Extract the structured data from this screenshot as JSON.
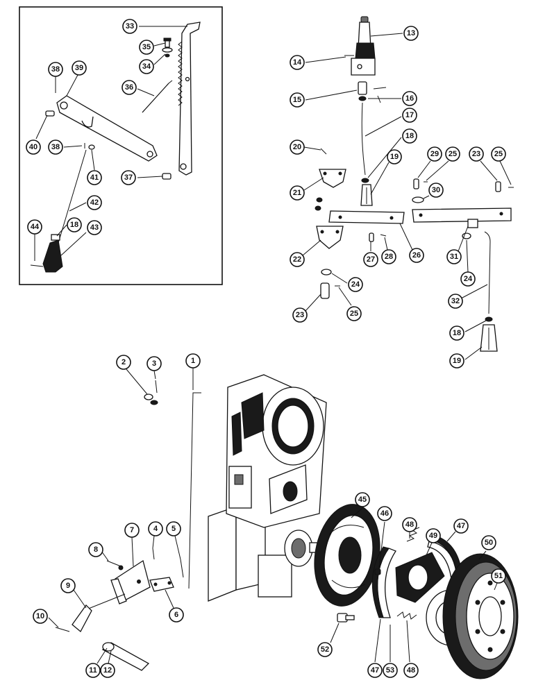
{
  "figure": {
    "parts": {
      "p1": "1",
      "p2": "2",
      "p3": "3",
      "p4": "4",
      "p5": "5",
      "p6": "6",
      "p7": "7",
      "p8": "8",
      "p9": "9",
      "p10": "10",
      "p11": "11",
      "p12": "12",
      "p13": "13",
      "p14": "14",
      "p15": "15",
      "p16": "16",
      "p17": "17",
      "p18": "18",
      "p19": "19",
      "p20": "20",
      "p21": "21",
      "p22": "22",
      "p23": "23",
      "p24": "24",
      "p25": "25",
      "p26": "26",
      "p27": "27",
      "p28": "28",
      "p29": "29",
      "p30": "30",
      "p31": "31",
      "p32": "32",
      "p33": "33",
      "p34": "34",
      "p35": "35",
      "p36": "36",
      "p37": "37",
      "p38": "38",
      "p39": "39",
      "p40": "40",
      "p41": "41",
      "p42": "42",
      "p43": "43",
      "p44": "44",
      "p45": "45",
      "p46": "46",
      "p47": "47",
      "p48": "48",
      "p49": "49",
      "p50": "50",
      "p51": "51",
      "p52": "52",
      "p53": "53"
    }
  }
}
